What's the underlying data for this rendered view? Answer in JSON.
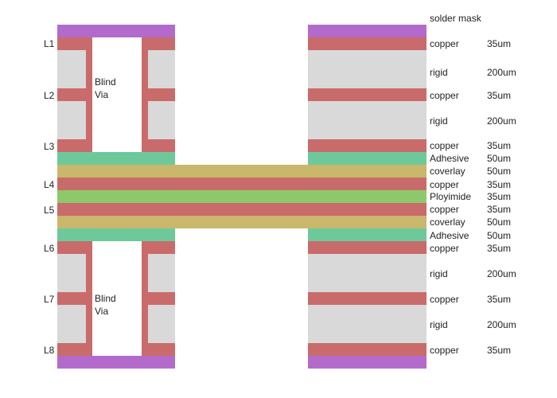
{
  "colors": {
    "solder_mask": "#b36bcb",
    "copper": "#c96b6b",
    "rigid": "#d9d9d9",
    "adhesive": "#6ec99a",
    "coverlay": "#c9b76b",
    "polyimide": "#8dc96b",
    "via": "#ffffff"
  },
  "header_label": "solder mask",
  "layer_labels": [
    "L1",
    "L2",
    "L3",
    "L4",
    "L5",
    "L6",
    "L7",
    "L8"
  ],
  "via_top": {
    "line1": "Blind",
    "line2": "Via"
  },
  "via_bottom": {
    "line1": "Blind",
    "line2": "Via"
  },
  "stackup": [
    {
      "material": "copper",
      "thickness": "35um"
    },
    {
      "material": "rigid",
      "thickness": "200um"
    },
    {
      "material": "copper",
      "thickness": "35um"
    },
    {
      "material": "rigid",
      "thickness": "200um"
    },
    {
      "material": "copper",
      "thickness": "35um"
    },
    {
      "material": "Adhesive",
      "thickness": "50um"
    },
    {
      "material": "coverlay",
      "thickness": "50um"
    },
    {
      "material": "copper",
      "thickness": "35um"
    },
    {
      "material": "Ployimide",
      "thickness": "35um"
    },
    {
      "material": "copper",
      "thickness": "35um"
    },
    {
      "material": "coverlay",
      "thickness": "50um"
    },
    {
      "material": "Adhesive",
      "thickness": "50um"
    },
    {
      "material": "copper",
      "thickness": "35um"
    },
    {
      "material": "rigid",
      "thickness": "200um"
    },
    {
      "material": "copper",
      "thickness": "35um"
    },
    {
      "material": "rigid",
      "thickness": "200um"
    },
    {
      "material": "copper",
      "thickness": "35um"
    }
  ]
}
